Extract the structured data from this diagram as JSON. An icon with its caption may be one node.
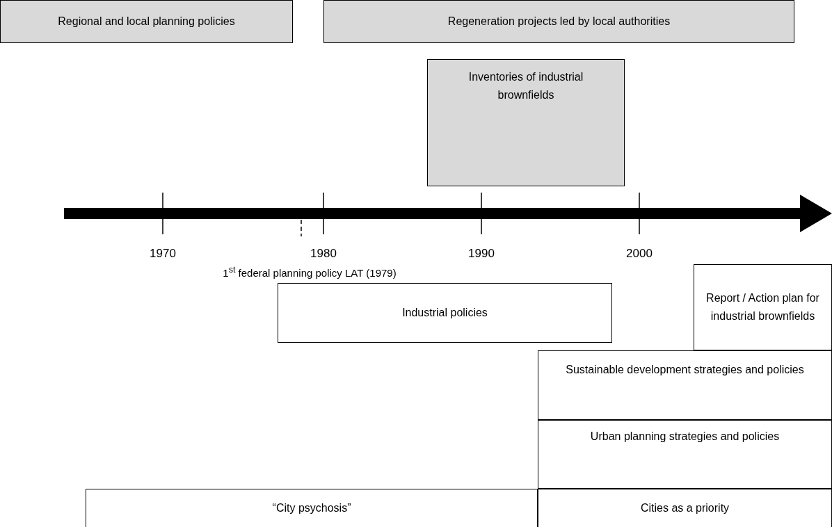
{
  "diagram": {
    "nodes": [
      {
        "text": [
          "Regional and local planning policies"
        ]
      },
      {
        "text": [
          "Regeneration projects led by local authorities"
        ]
      },
      {
        "text": [
          "Inventories of industrial brownfields"
        ]
      },
      {
        "text": [
          "Report / Action plan for industrial brownfields"
        ]
      },
      {
        "text": [
          "Industrial policies"
        ]
      },
      {
        "text": [
          "Sustainable development strategies and policies"
        ]
      },
      {
        "text": [
          "Urban planning strategies and policies"
        ]
      },
      {
        "text": [
          "“City psychosis”"
        ]
      },
      {
        "text": [
          "Cities as a priority"
        ]
      }
    ],
    "edges": [],
    "labels": [
      "1970",
      "1980",
      "1990",
      "2000",
      "1$^{st}$ federal planning policy LAT (1979)"
    ]
  }
}
